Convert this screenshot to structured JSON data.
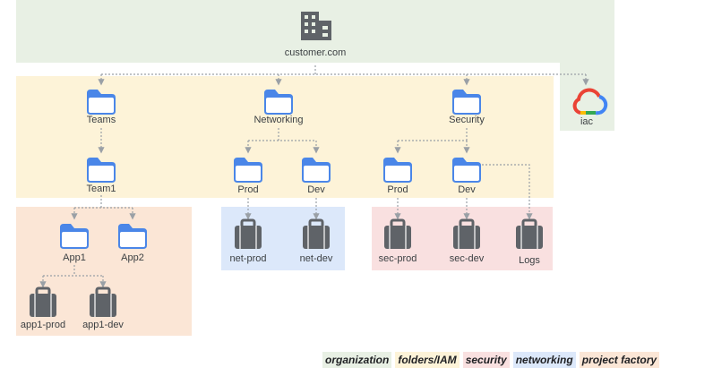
{
  "colors": {
    "organization": "#e8f0e4",
    "folders_iam": "#fdf3d8",
    "security": "#f9e0e0",
    "networking": "#dce8fa",
    "project_factory": "#fbe6d6",
    "folder_icon": "#4a86e8",
    "project_icon": "#5f6368",
    "connector": "#9aa0a6"
  },
  "org": {
    "label": "customer.com",
    "icon": "building-icon"
  },
  "iac": {
    "label": "iac",
    "icon": "google-cloud-icon"
  },
  "folders": {
    "teams": "Teams",
    "team1": "Team1",
    "app1": "App1",
    "app2": "App2",
    "networking": "Networking",
    "net_prod": "Prod",
    "net_dev": "Dev",
    "security": "Security",
    "sec_prod": "Prod",
    "sec_dev": "Dev"
  },
  "projects": {
    "app1_prod": "app1-prod",
    "app1_dev": "app1-dev",
    "net_prod": "net-prod",
    "net_dev": "net-dev",
    "sec_prod": "sec-prod",
    "sec_dev": "sec-dev",
    "logs": "Logs"
  },
  "legend": {
    "organization": "organization",
    "folders_iam": "folders/IAM",
    "security": "security",
    "networking": "networking",
    "project_factory": "project factory"
  }
}
